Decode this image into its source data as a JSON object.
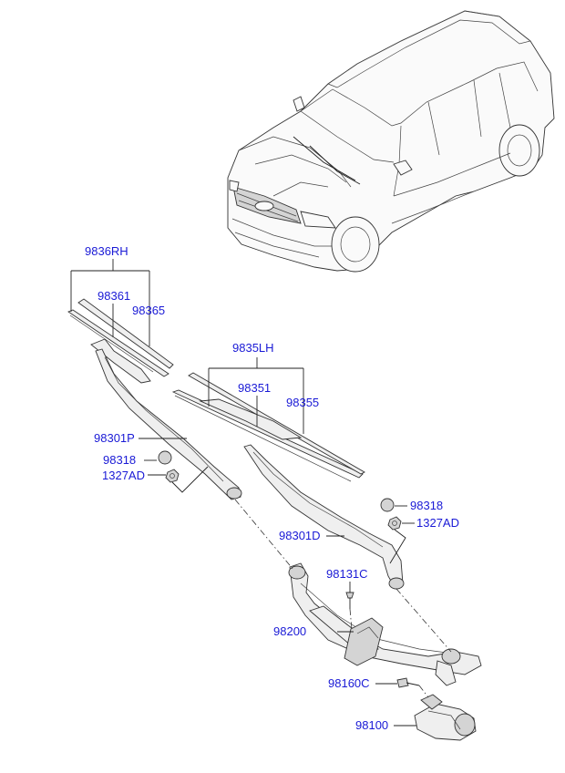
{
  "diagram": {
    "labels": [
      {
        "id": "9836RH",
        "text": "9836RH"
      },
      {
        "id": "98361",
        "text": "98361"
      },
      {
        "id": "98365",
        "text": "98365"
      },
      {
        "id": "9835LH",
        "text": "9835LH"
      },
      {
        "id": "98351",
        "text": "98351"
      },
      {
        "id": "98355",
        "text": "98355"
      },
      {
        "id": "98301P",
        "text": "98301P"
      },
      {
        "id": "98318_a",
        "text": "98318"
      },
      {
        "id": "1327AD_a",
        "text": "1327AD"
      },
      {
        "id": "98318_b",
        "text": "98318"
      },
      {
        "id": "1327AD_b",
        "text": "1327AD"
      },
      {
        "id": "98301D",
        "text": "98301D"
      },
      {
        "id": "98131C",
        "text": "98131C"
      },
      {
        "id": "98200",
        "text": "98200"
      },
      {
        "id": "98160C",
        "text": "98160C"
      },
      {
        "id": "98100",
        "text": "98100"
      }
    ],
    "colors": {
      "label": "#1a1ad6",
      "line": "#222222",
      "background": "#ffffff"
    }
  }
}
